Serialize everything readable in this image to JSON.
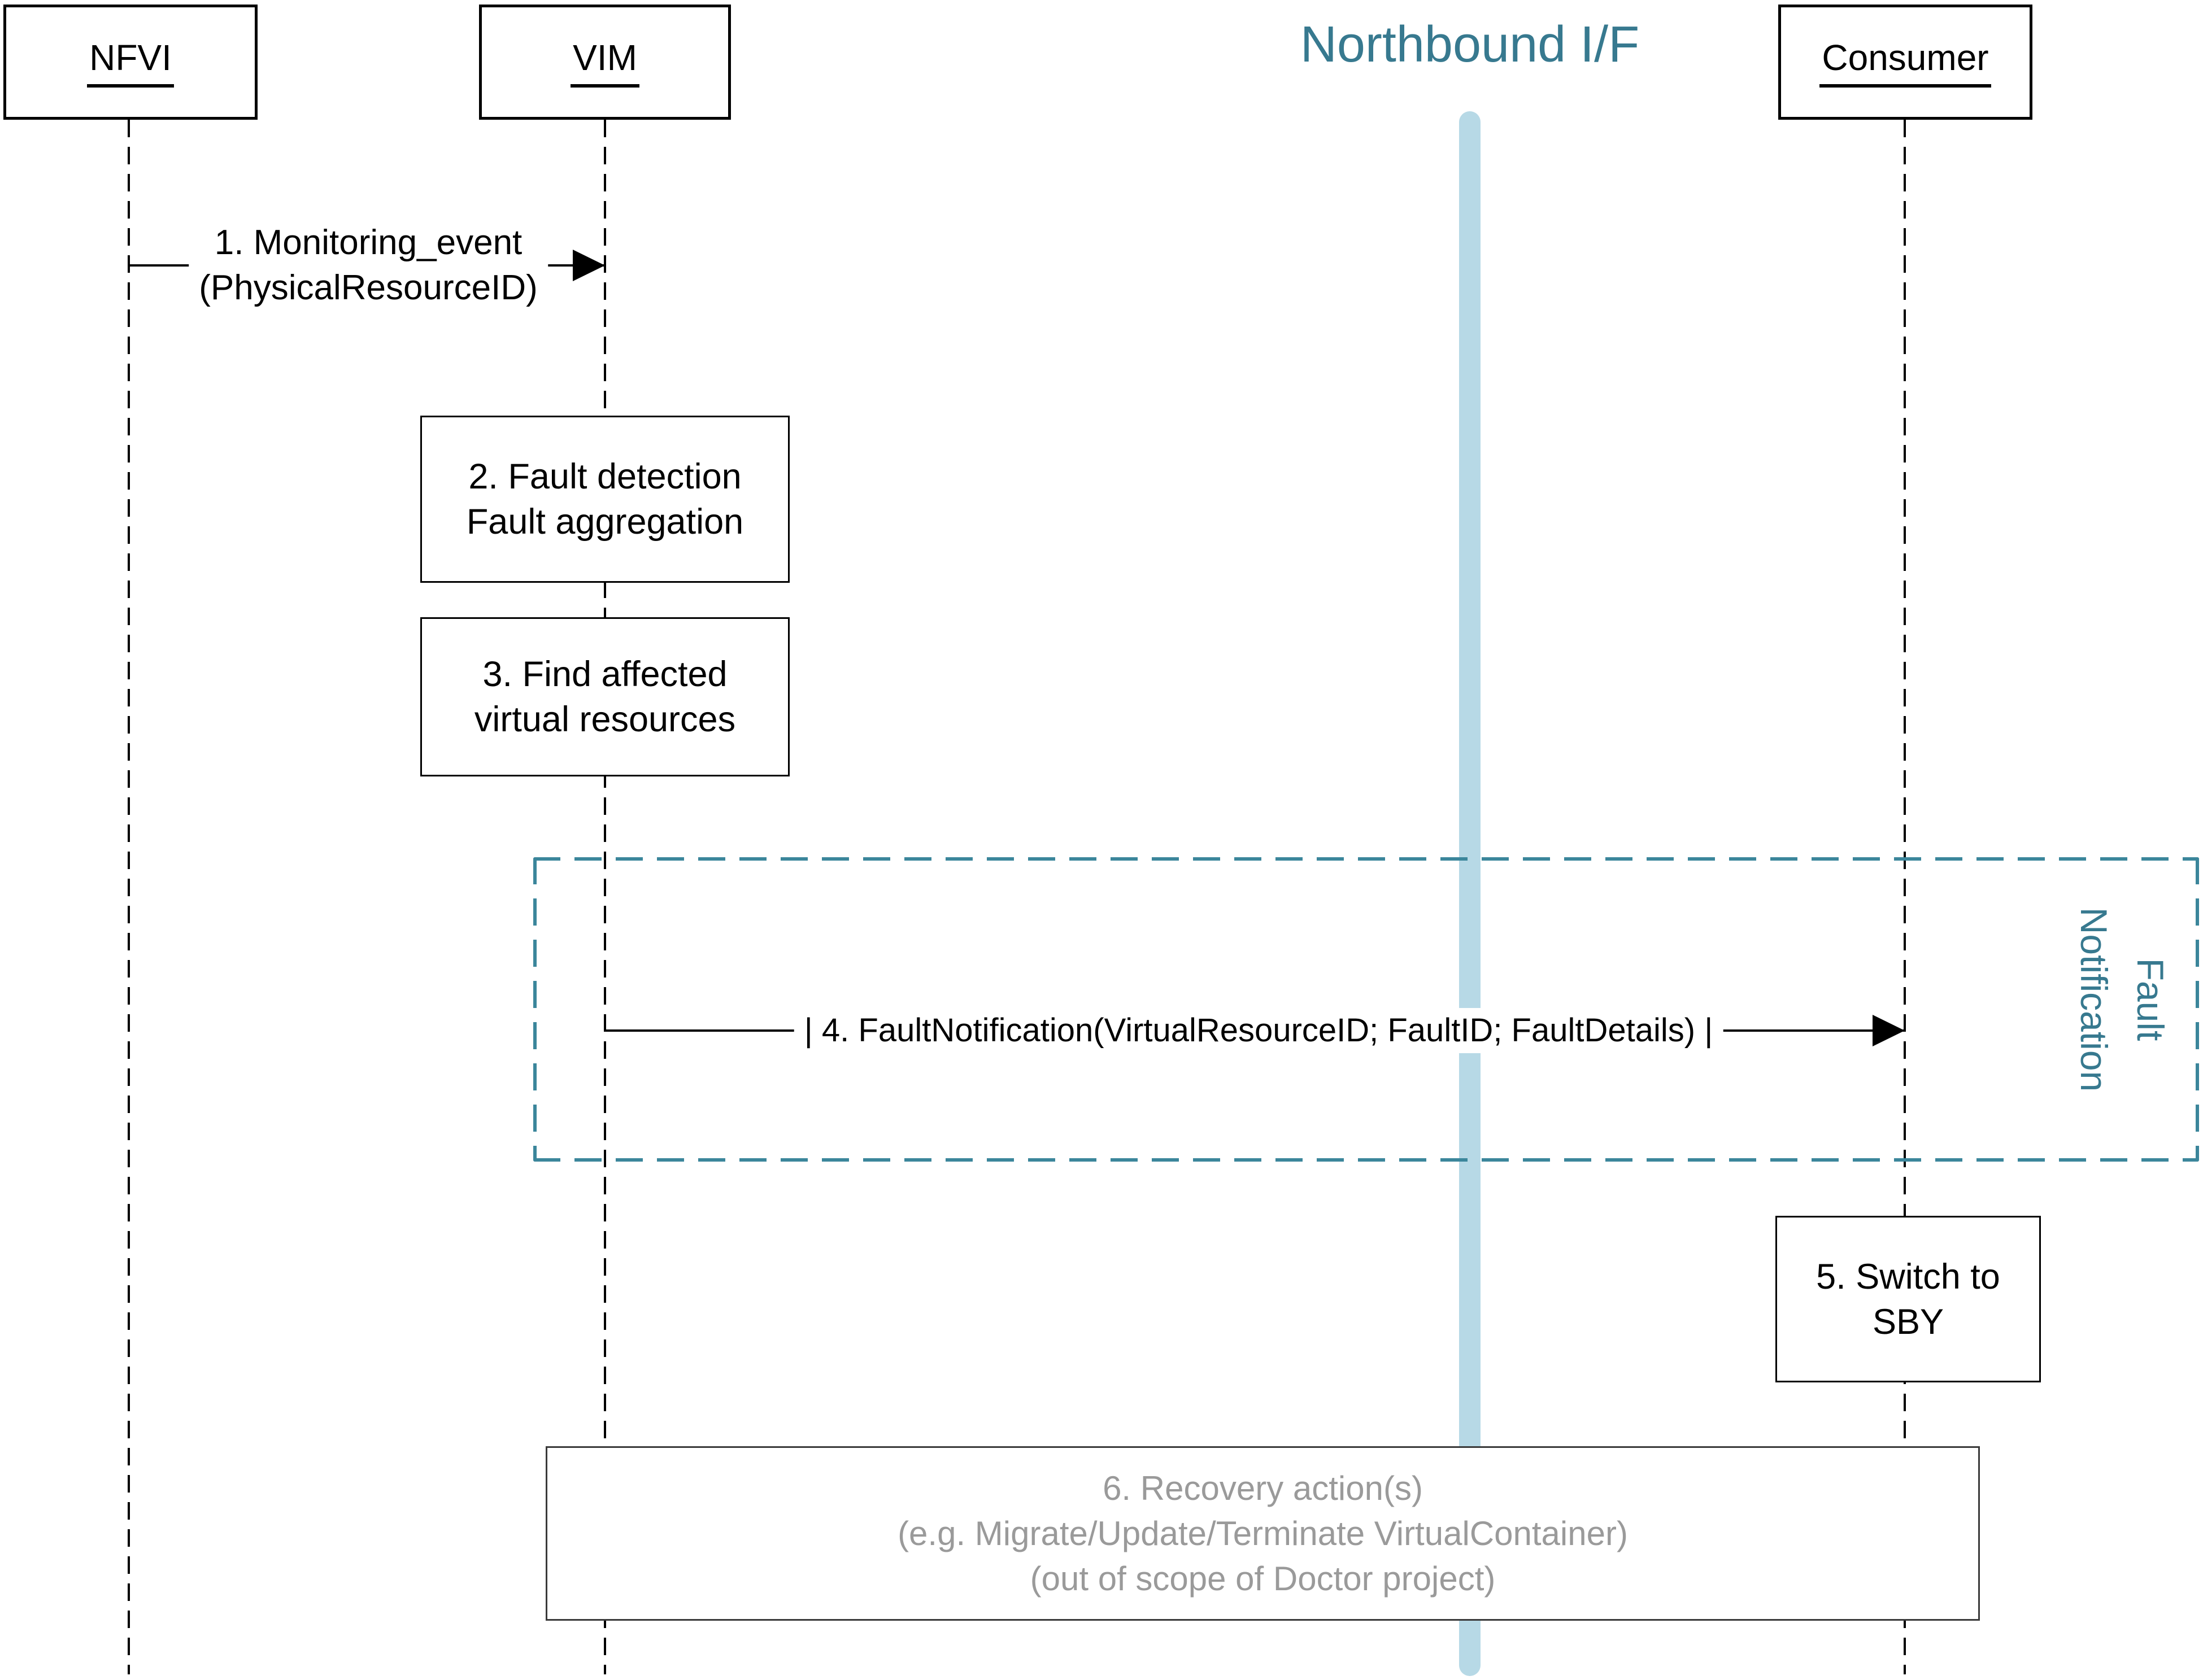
{
  "colors": {
    "teal_text": "#37798f",
    "teal_dash": "#3b869b",
    "bar_blue": "#b7d9e6",
    "gray_text": "#9a9a9a",
    "ink": "#000000"
  },
  "actors": {
    "nfvi": "NFVI",
    "vim": "VIM",
    "consumer": "Consumer"
  },
  "northbound": {
    "title": "Northbound I/F"
  },
  "messages": {
    "m1": {
      "line1": "1. Monitoring_event",
      "line2": "(PhysicalResourceID)"
    },
    "m4": {
      "label": "| 4. FaultNotification(VirtualResourceID; FaultID; FaultDetails) |"
    }
  },
  "activities": {
    "fault_detection": {
      "line1": "2. Fault detection",
      "line2": "Fault aggregation"
    },
    "find_affected": {
      "line1": "3. Find affected",
      "line2": "virtual resources"
    },
    "switch_to_sby": {
      "line1": "5. Switch to",
      "line2": "SBY"
    },
    "recovery": {
      "line1": "6. Recovery action(s)",
      "line2": "(e.g. Migrate/Update/Terminate VirtualContainer)",
      "line3": "(out of scope of Doctor project)"
    }
  },
  "frame": {
    "title_line1": "Fault",
    "title_line2": "Notification"
  }
}
